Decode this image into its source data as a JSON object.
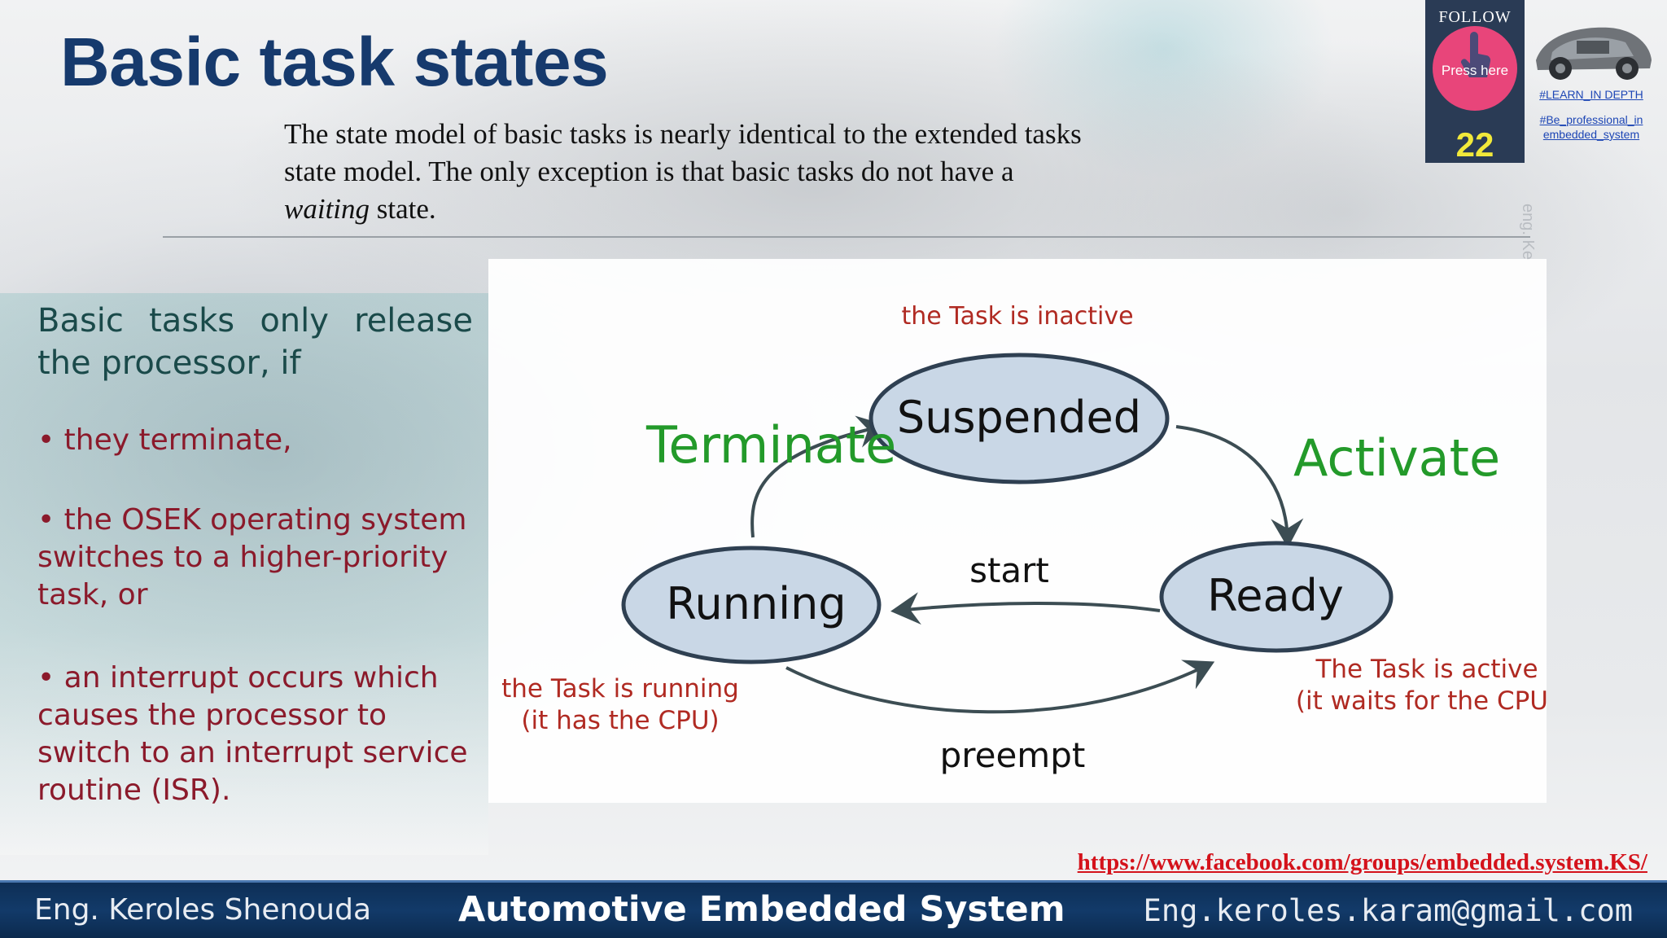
{
  "slide": {
    "title": "Basic task states",
    "intro_part1": "The state model of basic tasks is nearly identical to the extended tasks state model. The only exception is that basic tasks do not have a ",
    "intro_emphasis": "waiting",
    "intro_part2": " state."
  },
  "left": {
    "lead": "Basic tasks only release the processor, if",
    "bullets": [
      "• they terminate,",
      "• the OSEK operating system switches to a higher-priority task, or",
      "• an interrupt occurs which causes the processor to switch to an interrupt service routine (ISR)."
    ]
  },
  "diagram": {
    "states": {
      "suspended": "Suspended",
      "running": "Running",
      "ready": "Ready"
    },
    "transitions": {
      "terminate": "Terminate",
      "activate": "Activate",
      "start": "start",
      "preempt": "preempt"
    },
    "notes": {
      "inactive": "the Task is inactive",
      "running_line1": "the Task is running",
      "running_line2": "(it has the CPU)",
      "active_line1": "The Task is active",
      "active_line2": "(it waits for the CPU)"
    },
    "colors": {
      "state_fill": "#c9d7e6",
      "state_stroke": "#2f4052",
      "transition_green": "#239a2a",
      "note_red": "#b02a22",
      "arrow": "#3c4d53"
    }
  },
  "follow": {
    "label": "FOLLOW US",
    "press": "Press here",
    "count": "22",
    "tag1": "#LEARN_IN DEPTH",
    "tag2": "#Be_professional_in embedded_system",
    "watermark": "eng. Ke"
  },
  "link": "https://www.facebook.com/groups/embedded.system.KS/",
  "footer": {
    "author": "Eng. Keroles Shenouda",
    "course": "Automotive Embedded System",
    "email": "Eng.keroles.karam@gmail.com"
  }
}
